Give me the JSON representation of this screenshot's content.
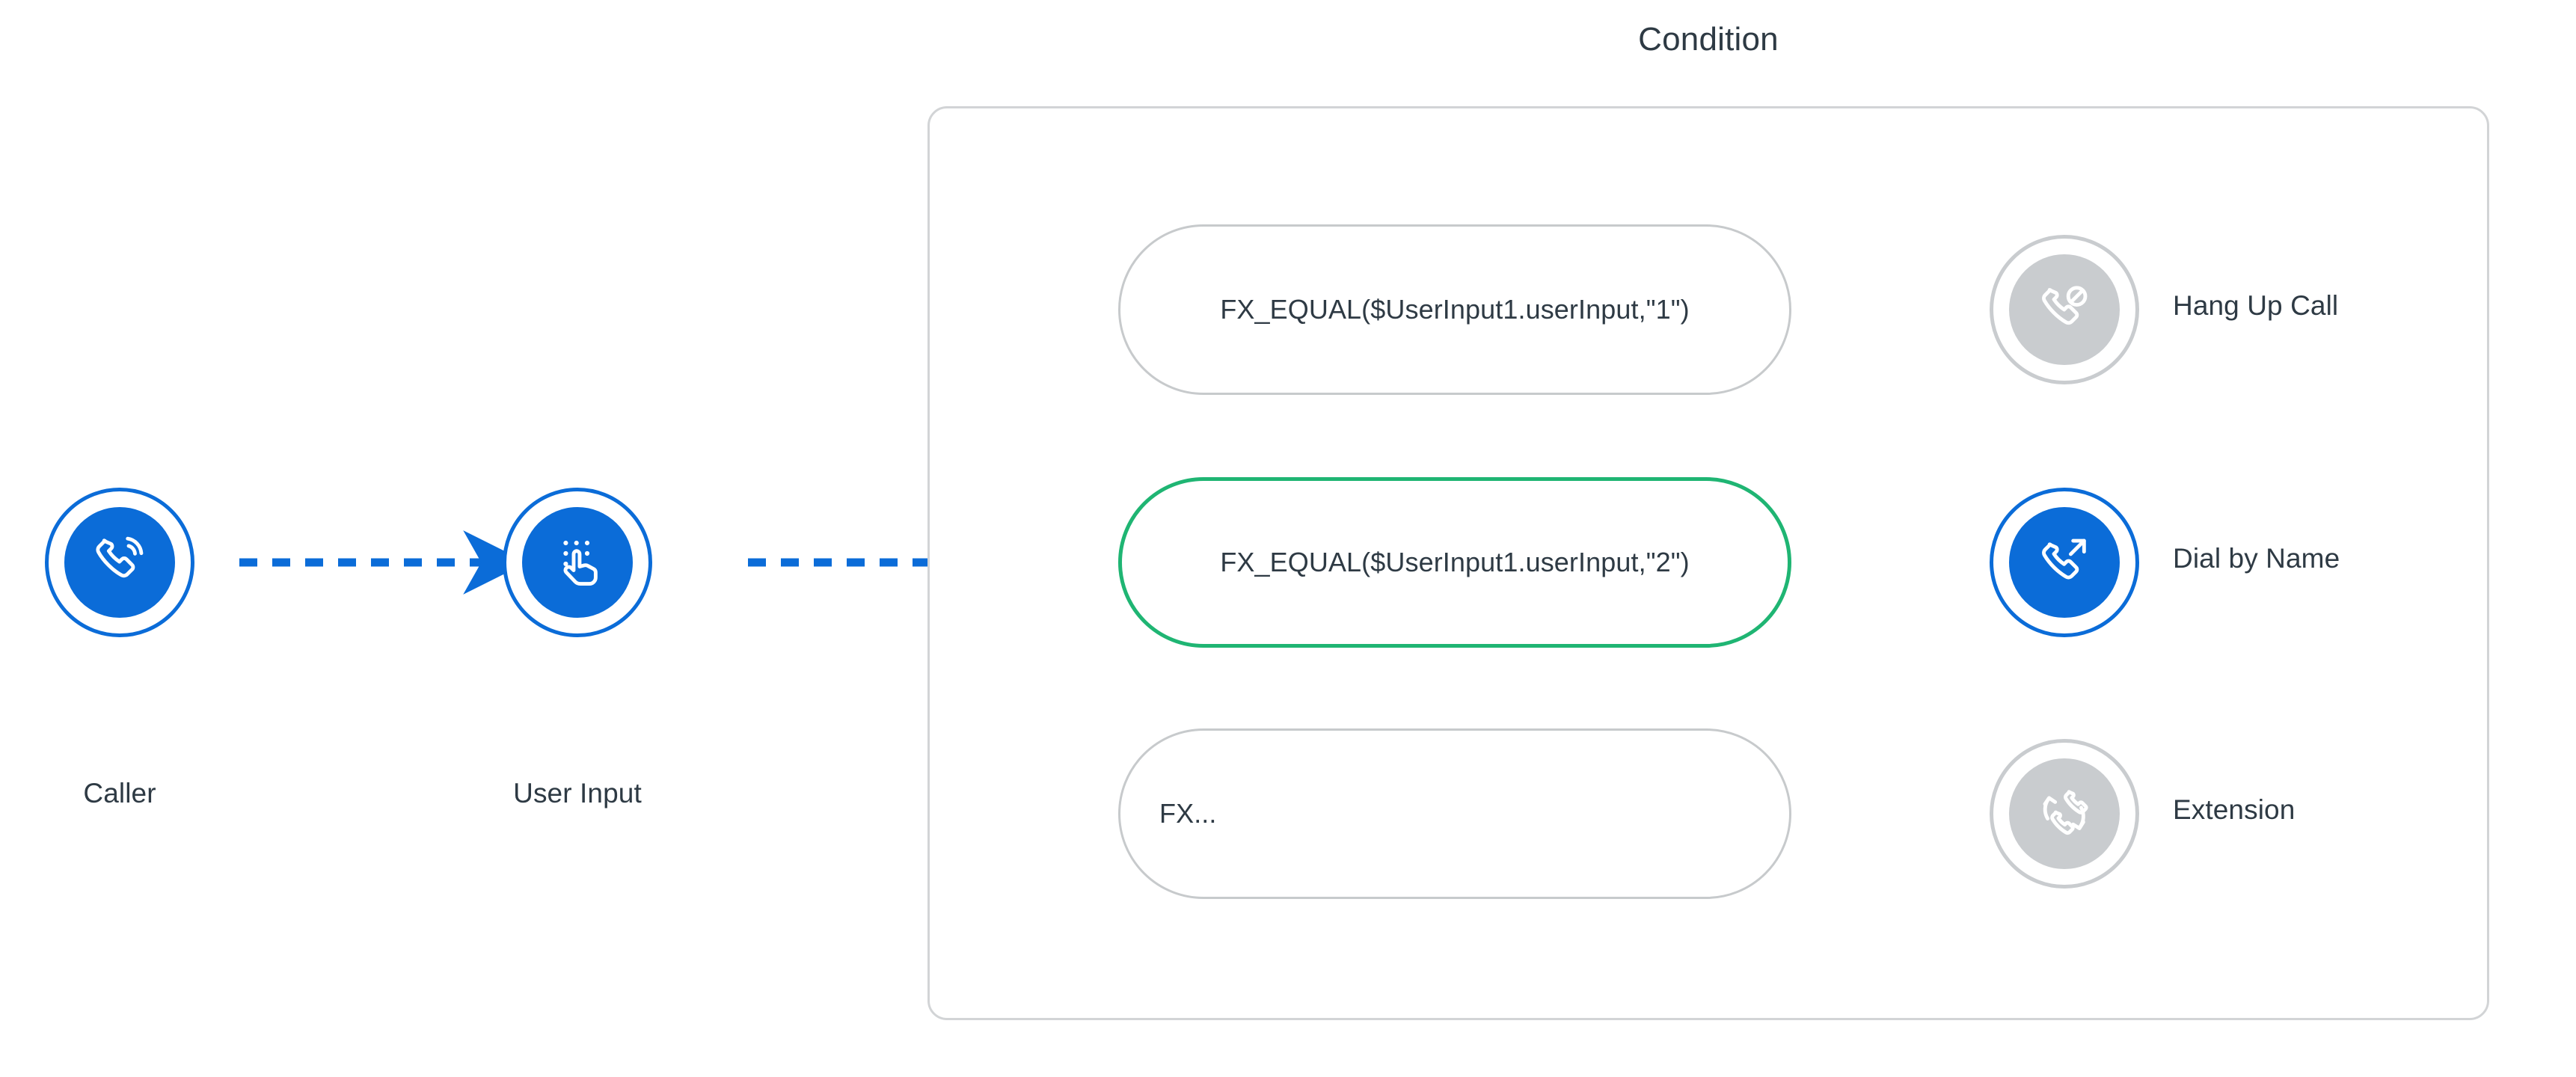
{
  "diagram": {
    "title": "Condition",
    "colors": {
      "accent_blue": "#0b6cd8",
      "selected_green": "#1fb573",
      "muted_grey": "#c9cccf",
      "panel_border": "#d2d4d6",
      "text_dark": "#2e3a44"
    }
  },
  "flow_nodes": [
    {
      "id": "caller",
      "label": "Caller",
      "icon": "incoming-call-icon",
      "state": "active"
    },
    {
      "id": "user-input",
      "label": "User Input",
      "icon": "keypad-touch-icon",
      "state": "active"
    }
  ],
  "condition": {
    "title": "Condition",
    "branches": [
      {
        "id": "branch-1",
        "expression": "FX_EQUAL($UserInput1.userInput,\"1\")",
        "selected": false,
        "truncated": false,
        "connector": "muted",
        "action": {
          "id": "hang-up-call",
          "label": "Hang Up Call",
          "icon": "hang-up-call-icon",
          "state": "muted"
        }
      },
      {
        "id": "branch-2",
        "expression": "FX_EQUAL($UserInput1.userInput,\"2\")",
        "selected": true,
        "truncated": false,
        "connector": "active",
        "action": {
          "id": "dial-by-name",
          "label": "Dial by Name",
          "icon": "outgoing-call-icon",
          "state": "active"
        }
      },
      {
        "id": "branch-3",
        "expression": "FX...",
        "selected": false,
        "truncated": true,
        "connector": "muted",
        "action": {
          "id": "extension",
          "label": "Extension",
          "icon": "call-transfer-icon",
          "state": "muted"
        }
      }
    ]
  }
}
